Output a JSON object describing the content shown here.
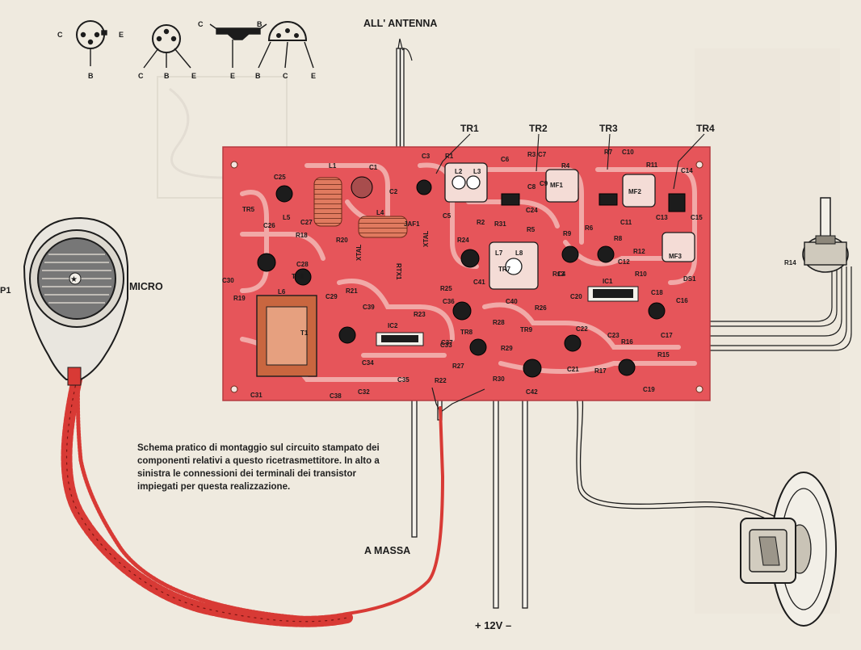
{
  "labels": {
    "antenna": "ALL' ANTENNA",
    "micro": "MICRO",
    "ground": "A MASSA",
    "power": "+ 12V –",
    "p1_fragment": "P1",
    "board_name": "RTX1"
  },
  "caption": "Schema pratico di montaggio sul circuito stampato dei componenti relativi a questo ricetrasmettitore. In alto a sinistra le connessioni dei terminali dei transistor impiegati per questa realizzazione.",
  "pinouts": [
    {
      "pins": [
        "C",
        "E",
        "B"
      ]
    },
    {
      "pins": [
        "C",
        "B",
        "E"
      ]
    },
    {
      "pins": [
        "C",
        "B",
        "E"
      ]
    },
    {
      "pins": [
        "B",
        "C",
        "E"
      ]
    }
  ],
  "transistors": [
    "TR1",
    "TR2",
    "TR3",
    "TR4",
    "TR5",
    "TR6",
    "TR7",
    "TR8",
    "TR9"
  ],
  "ics": [
    "IC1",
    "IC2"
  ],
  "components": {
    "capacitors": [
      "C1",
      "C2",
      "C3",
      "C4",
      "C5",
      "C6",
      "C7",
      "C8",
      "C9",
      "C10",
      "C11",
      "C12",
      "C13",
      "C14",
      "C15",
      "C16",
      "C17",
      "C18",
      "C19",
      "C20",
      "C21",
      "C22",
      "C23",
      "C24",
      "C25",
      "C26",
      "C27",
      "C28",
      "C29",
      "C30",
      "C31",
      "C32",
      "C33",
      "C34",
      "C35",
      "C36",
      "C37",
      "C38",
      "C39",
      "C40",
      "C41",
      "C42"
    ],
    "resistors": [
      "R1",
      "R2",
      "R3",
      "R4",
      "R5",
      "R6",
      "R7",
      "R8",
      "R9",
      "R10",
      "R11",
      "R12",
      "R13",
      "R14",
      "R15",
      "R16",
      "R17",
      "R18",
      "R19",
      "R20",
      "R21",
      "R22",
      "R23",
      "R24",
      "R25",
      "R26",
      "R27",
      "R28",
      "R29",
      "R30",
      "R31"
    ],
    "inductors": [
      "L1",
      "L2",
      "L3",
      "L4",
      "L5",
      "L6",
      "L7",
      "L8"
    ],
    "other": [
      "T1",
      "JAF1",
      "XTAL",
      "XTAL",
      "MF1",
      "MF2",
      "MF3",
      "DS1"
    ]
  },
  "colors": {
    "pcb": "#e6555a",
    "pcb_track": "#f3b8b5",
    "cord": "#d83a35",
    "paper": "#efeadf",
    "ink": "#1c1c1c"
  }
}
